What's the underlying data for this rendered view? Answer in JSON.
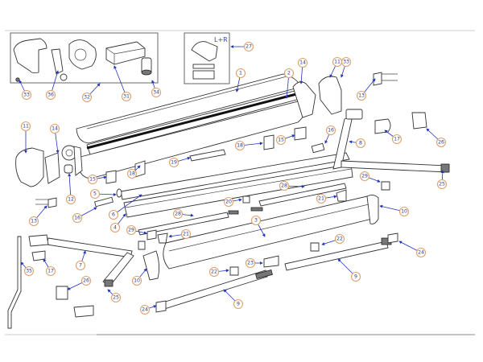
{
  "diagram": {
    "title": "Awning exploded parts diagram",
    "accent_callout_stroke": "#e0a06a",
    "accent_callout_text": "#2a3a8c",
    "leader_color": "#2233bb",
    "inset_annotation": "L+R",
    "callouts": [
      {
        "id": "c33a",
        "label": "33"
      },
      {
        "id": "c36",
        "label": "36"
      },
      {
        "id": "c32",
        "label": "32"
      },
      {
        "id": "c31",
        "label": "31"
      },
      {
        "id": "c34",
        "label": "34"
      },
      {
        "id": "c27",
        "label": "27"
      },
      {
        "id": "c1",
        "label": "1"
      },
      {
        "id": "c2",
        "label": "2"
      },
      {
        "id": "c14a",
        "label": "14"
      },
      {
        "id": "c11a",
        "label": "11"
      },
      {
        "id": "c33b",
        "label": "33"
      },
      {
        "id": "c13a",
        "label": "13"
      },
      {
        "id": "c11b",
        "label": "11"
      },
      {
        "id": "c14b",
        "label": "14"
      },
      {
        "id": "c16a",
        "label": "16"
      },
      {
        "id": "c8",
        "label": "8"
      },
      {
        "id": "c17a",
        "label": "17"
      },
      {
        "id": "c26a",
        "label": "26"
      },
      {
        "id": "c15a",
        "label": "15"
      },
      {
        "id": "c18a",
        "label": "18"
      },
      {
        "id": "c18b",
        "label": "18"
      },
      {
        "id": "c19",
        "label": "19"
      },
      {
        "id": "c15b",
        "label": "15"
      },
      {
        "id": "c12",
        "label": "12"
      },
      {
        "id": "c5",
        "label": "5"
      },
      {
        "id": "c6",
        "label": "6"
      },
      {
        "id": "c16b",
        "label": "16"
      },
      {
        "id": "c4",
        "label": "4"
      },
      {
        "id": "c13b",
        "label": "13"
      },
      {
        "id": "c20",
        "label": "20"
      },
      {
        "id": "c28a",
        "label": "28"
      },
      {
        "id": "c28b",
        "label": "28"
      },
      {
        "id": "c29a",
        "label": "29"
      },
      {
        "id": "c29b",
        "label": "29"
      },
      {
        "id": "c21a",
        "label": "21"
      },
      {
        "id": "c21b",
        "label": "21"
      },
      {
        "id": "c25a",
        "label": "25"
      },
      {
        "id": "c10a",
        "label": "10"
      },
      {
        "id": "c3",
        "label": "3"
      },
      {
        "id": "c22a",
        "label": "22"
      },
      {
        "id": "c22b",
        "label": "22"
      },
      {
        "id": "c23",
        "label": "23"
      },
      {
        "id": "c24a",
        "label": "24"
      },
      {
        "id": "c24b",
        "label": "24"
      },
      {
        "id": "c9a",
        "label": "9"
      },
      {
        "id": "c9b",
        "label": "9"
      },
      {
        "id": "c7",
        "label": "7"
      },
      {
        "id": "c17b",
        "label": "17"
      },
      {
        "id": "c35",
        "label": "35"
      },
      {
        "id": "c26b",
        "label": "26"
      },
      {
        "id": "c25b",
        "label": "25"
      },
      {
        "id": "c10b",
        "label": "10"
      }
    ]
  }
}
